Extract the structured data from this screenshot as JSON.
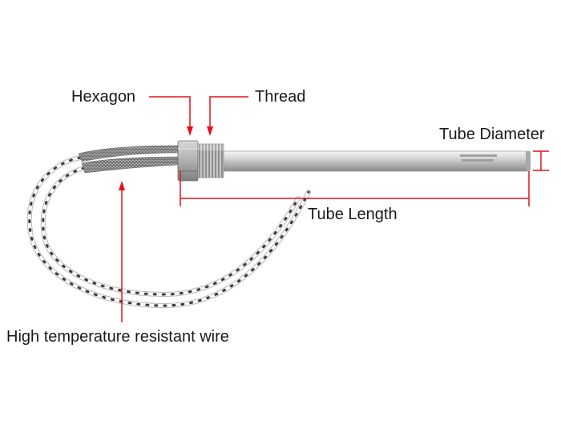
{
  "labels": {
    "hexagon": "Hexagon",
    "thread": "Thread",
    "tube_diameter": "Tube Diameter",
    "tube_length": "Tube Length",
    "wire": "High temperature resistant wire"
  },
  "colors": {
    "annotation": "#e0141a",
    "steel_light": "#e4e4e4",
    "steel_dark": "#9a9a9a",
    "text": "#1a1a1a"
  }
}
